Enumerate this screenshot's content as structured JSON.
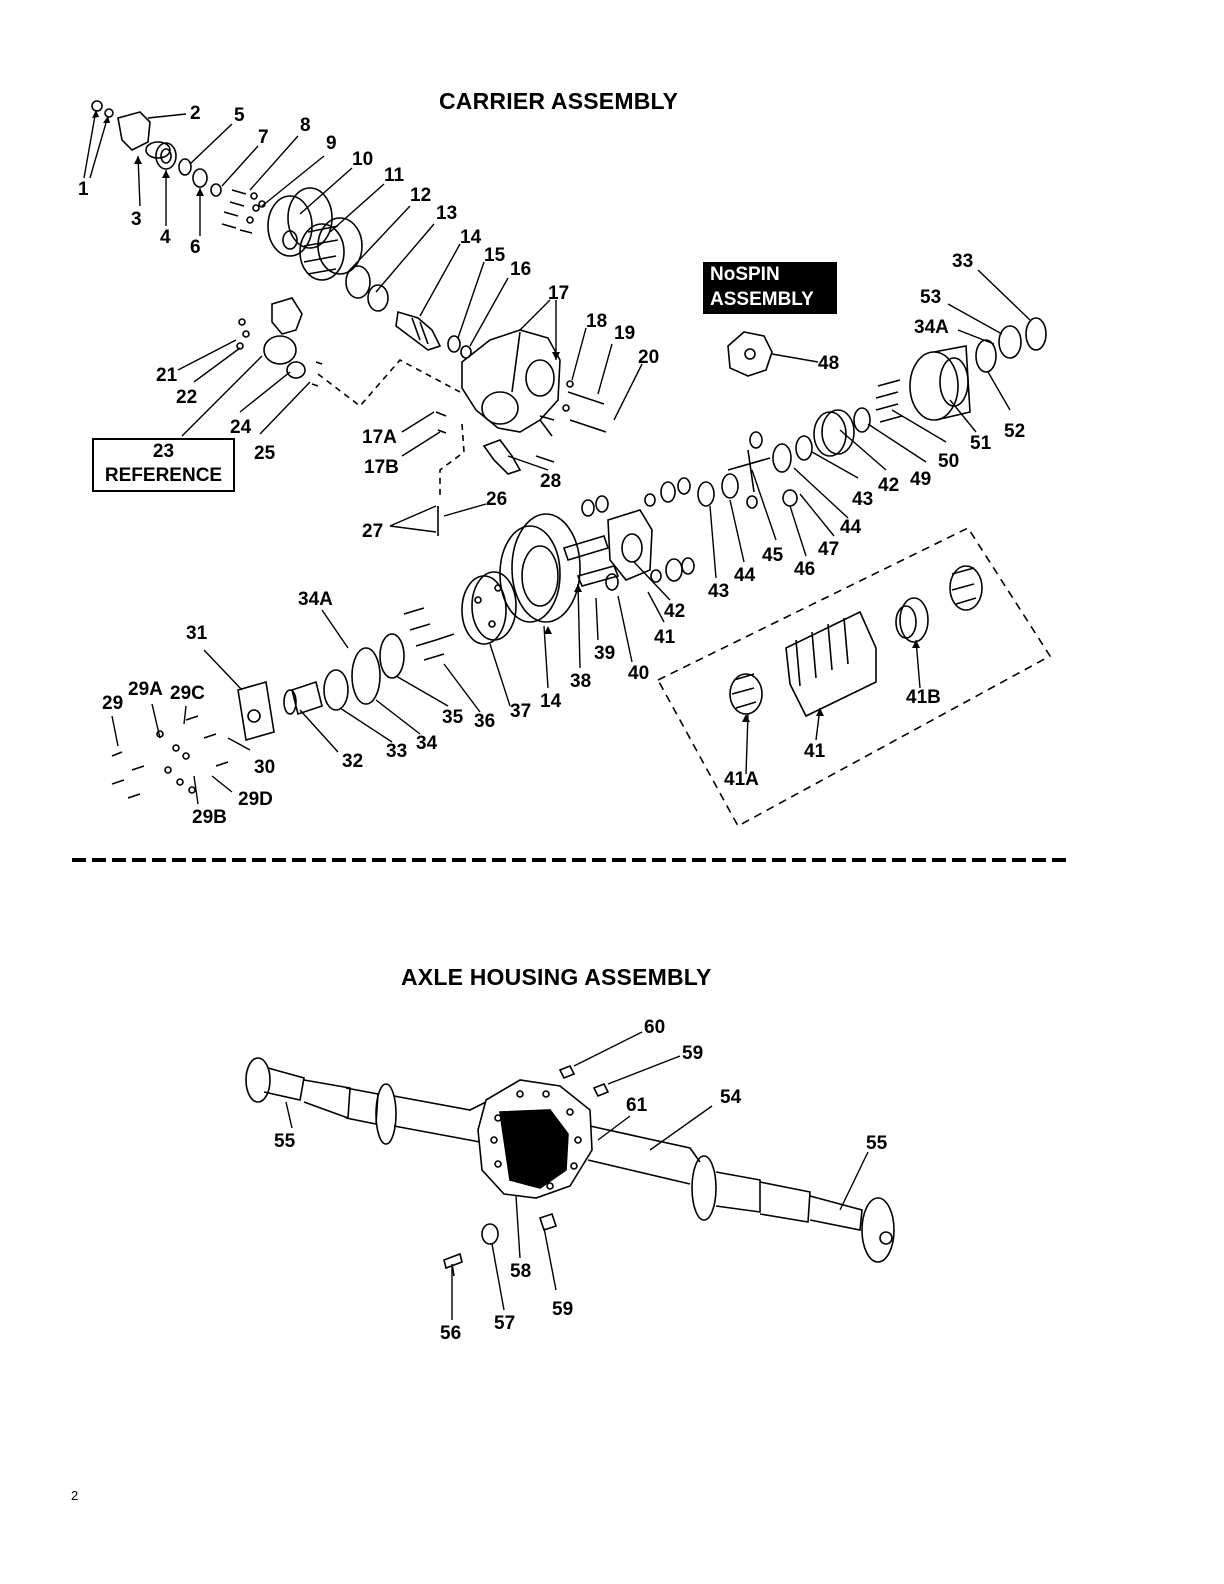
{
  "carrier": {
    "title": "CARRIER ASSEMBLY",
    "reference_box": [
      "23",
      "REFERENCE"
    ],
    "nospin_box": [
      "NoSPIN",
      "ASSEMBLY"
    ],
    "callouts": [
      "1",
      "2",
      "3",
      "4",
      "5",
      "6",
      "7",
      "8",
      "9",
      "10",
      "11",
      "12",
      "13",
      "14",
      "15",
      "16",
      "17",
      "18",
      "19",
      "20",
      "21",
      "22",
      "24",
      "25",
      "17A",
      "17B",
      "26",
      "27",
      "28",
      "29",
      "29A",
      "29C",
      "30",
      "29D",
      "29B",
      "31",
      "32",
      "33",
      "34",
      "34A",
      "35",
      "36",
      "37",
      "14",
      "38",
      "39",
      "40",
      "41",
      "42",
      "43",
      "44",
      "45",
      "46",
      "47",
      "48",
      "33",
      "53",
      "34A",
      "52",
      "51",
      "50",
      "49",
      "42",
      "43",
      "44",
      "41B",
      "41",
      "41A"
    ]
  },
  "axle": {
    "title": "AXLE HOUSING ASSEMBLY",
    "callouts": [
      "60",
      "59",
      "61",
      "54",
      "55",
      "55",
      "58",
      "59",
      "56",
      "57"
    ]
  },
  "page_number": "2"
}
